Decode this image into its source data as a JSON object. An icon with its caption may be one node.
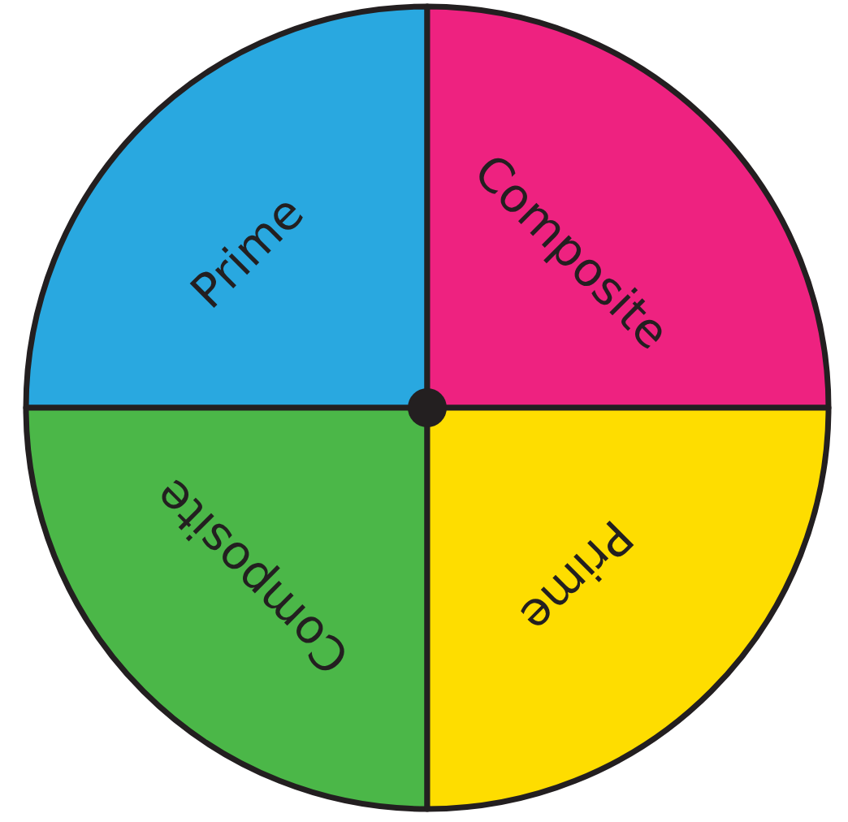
{
  "diagram": {
    "nodes": [
      {
        "text": [
          "Prime"
        ]
      },
      {
        "text": [
          "Composite"
        ]
      },
      {
        "text": [
          "Composite"
        ]
      },
      {
        "text": [
          "Prime"
        ]
      }
    ]
  }
}
